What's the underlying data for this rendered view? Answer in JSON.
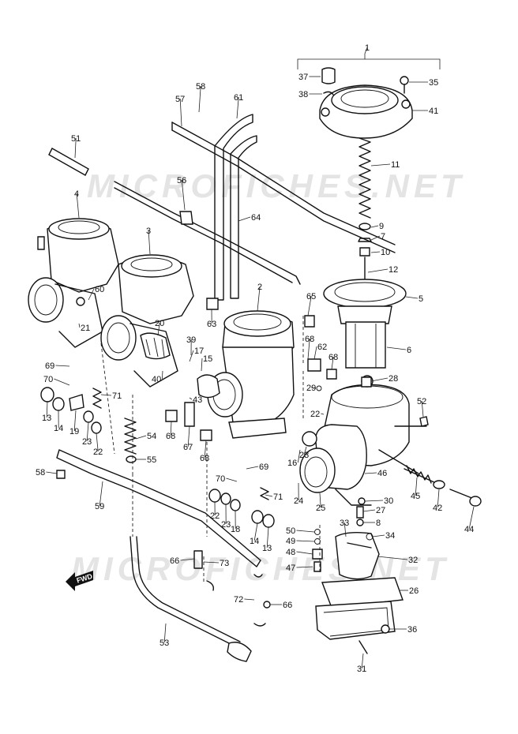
{
  "watermark": "MICROFICHES.NET",
  "forward_marker": "FWD",
  "labels": [
    "1",
    "2",
    "3",
    "4",
    "5",
    "6",
    "7",
    "8",
    "9",
    "10",
    "11",
    "12",
    "13",
    "14",
    "15",
    "16",
    "17",
    "18",
    "19",
    "20",
    "21",
    "22",
    "23",
    "24",
    "25",
    "26",
    "27",
    "28",
    "29",
    "30",
    "31",
    "32",
    "33",
    "34",
    "35",
    "36",
    "37",
    "38",
    "39",
    "40",
    "41",
    "42",
    "43",
    "44",
    "45",
    "46",
    "47",
    "48",
    "49",
    "50",
    "51",
    "52",
    "53",
    "54",
    "55",
    "56",
    "57",
    "58",
    "59",
    "60",
    "61",
    "62",
    "63",
    "64",
    "65",
    "66",
    "67",
    "68",
    "69",
    "70",
    "71",
    "72",
    "73"
  ]
}
